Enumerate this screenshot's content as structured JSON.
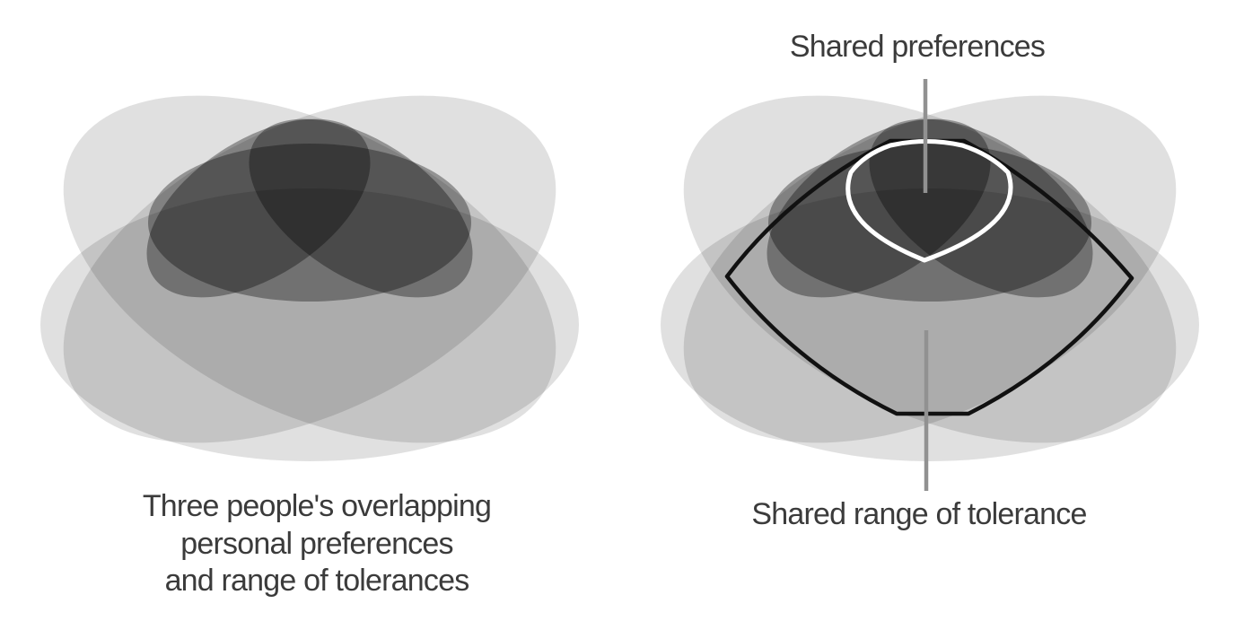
{
  "figure": {
    "background": "#ffffff",
    "left_panel": {
      "caption_lines": {
        "line1": "Three people's overlapping",
        "line2": "personal preferences",
        "line3": "and range of tolerances"
      }
    },
    "right_panel": {
      "labels": {
        "shared_preferences": "Shared preferences",
        "shared_tolerance": "Shared range of tolerance"
      }
    },
    "colors": {
      "text": "#3b3b3b",
      "leader_line": "#919191",
      "ellipse_fill": "#000000",
      "preferences_outline": "#ffffff",
      "tolerance_outline": "#111111"
    },
    "opacities": {
      "tolerance_ellipse": "0.12",
      "preference_ellipse": "0.34"
    }
  }
}
